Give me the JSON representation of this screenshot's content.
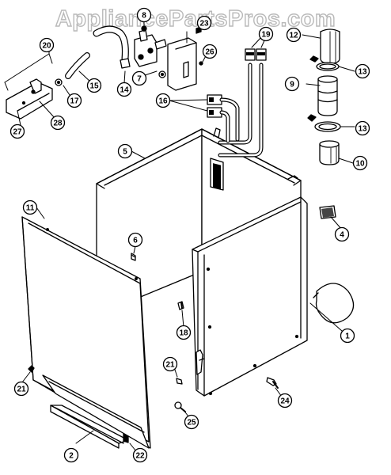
{
  "watermark": "AppliancePartsPros.com",
  "callouts": [
    {
      "id": "c1",
      "label": "1"
    },
    {
      "id": "c2",
      "label": "2"
    },
    {
      "id": "c4",
      "label": "4"
    },
    {
      "id": "c5",
      "label": "5"
    },
    {
      "id": "c6",
      "label": "6"
    },
    {
      "id": "c7",
      "label": "7"
    },
    {
      "id": "c8",
      "label": "8"
    },
    {
      "id": "c9",
      "label": "9"
    },
    {
      "id": "c10",
      "label": "10"
    },
    {
      "id": "c11",
      "label": "11"
    },
    {
      "id": "c12",
      "label": "12"
    },
    {
      "id": "c13a",
      "label": "13"
    },
    {
      "id": "c13b",
      "label": "13"
    },
    {
      "id": "c14",
      "label": "14"
    },
    {
      "id": "c15",
      "label": "15"
    },
    {
      "id": "c16",
      "label": "16"
    },
    {
      "id": "c17",
      "label": "17"
    },
    {
      "id": "c18",
      "label": "18"
    },
    {
      "id": "c19",
      "label": "19"
    },
    {
      "id": "c20",
      "label": "20"
    },
    {
      "id": "c21a",
      "label": "21"
    },
    {
      "id": "c21b",
      "label": "21"
    },
    {
      "id": "c22",
      "label": "22"
    },
    {
      "id": "c23",
      "label": "23"
    },
    {
      "id": "c24",
      "label": "24"
    },
    {
      "id": "c25",
      "label": "25"
    },
    {
      "id": "c26",
      "label": "26"
    },
    {
      "id": "c27",
      "label": "27"
    },
    {
      "id": "c28",
      "label": "28"
    }
  ]
}
